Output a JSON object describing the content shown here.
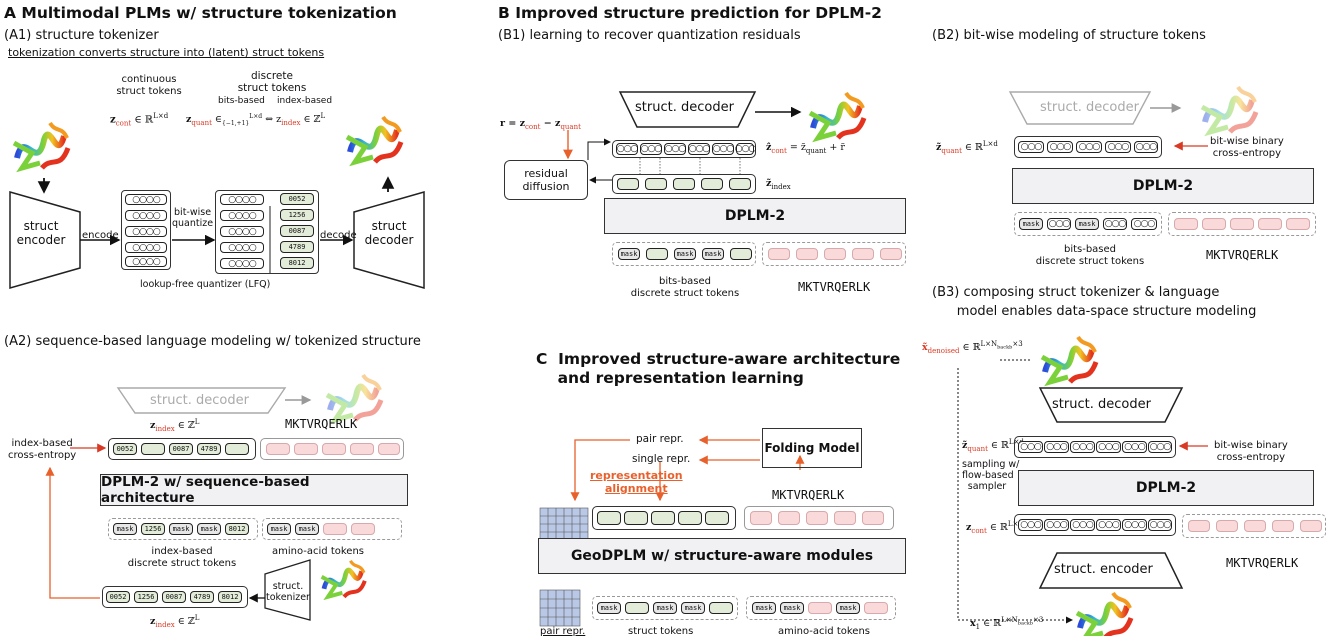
{
  "colors": {
    "accent_red": "#d93a25",
    "accent_orange": "#e8612c",
    "token_green": "#e3ecd9",
    "token_pink": "#f9d9da",
    "dplm_box": "#f1f1f4",
    "grid_blue": "#b9c8e6"
  },
  "secA": {
    "title": "A  Multimodal PLMs w/ structure tokenization",
    "a1_title": "(A1) structure tokenizer",
    "a1_subtitle": "tokenization converts structure into (latent) struct tokens",
    "continuous_label": "continuous\nstruct tokens",
    "discrete_label": "discrete\nstruct tokens",
    "bits_based": "bits-based",
    "index_based": "index-based",
    "encode": "encode",
    "bitwise_quantize": "bit-wise\nquantize",
    "decode": "decode",
    "encoder": "struct\nencoder",
    "decoder": "struct\ndecoder",
    "lfq": "lookup-free quantizer (LFQ)",
    "z_cont": "z",
    "z_cont_sub": "cont",
    "z_cont_space": "∈ ℝ",
    "z_cont_sup": "L×d",
    "z_quant_eq": "z",
    "z_quant_sub": "quant",
    "z_quant_rest": "∈",
    "z_quant_setsub": "{−1,+1}",
    "z_quant_setsup": "L×d",
    "z_quant_iff": "⇔ z",
    "z_index_sub": "index",
    "z_index_rest": "∈ ℤ",
    "z_index_sup": "L",
    "index_tokens": [
      "0052",
      "1256",
      "0087",
      "4789",
      "8012"
    ],
    "ring4": "○○○○",
    "a2_title": "(A2) sequence-based language modeling w/ tokenized structure",
    "struct_decoder": "struct. decoder",
    "sequence": "MKTVRQERLK",
    "index_ce": "index-based\ncross-entropy",
    "a2_top_tokens": [
      "0052",
      "",
      "0087",
      "4789",
      ""
    ],
    "a2_model": "DPLM-2 w/ sequence-based architecture",
    "a2_mid_tokens": [
      "mask",
      "1256",
      "mask",
      "mask",
      "8012"
    ],
    "a2_mid_aa": [
      "mask",
      "mask",
      "",
      ""
    ],
    "index_based_tokens": "index-based\ndiscrete struct tokens",
    "amino_tokens": "amino-acid tokens",
    "struct_tokenizer": "struct.\ntokenizer",
    "a2_bottom_tokens": [
      "0052",
      "1256",
      "0087",
      "4789",
      "8012"
    ]
  },
  "secB": {
    "title": "B  Improved structure prediction for DPLM-2",
    "b1_title": "(B1) learning to recover quantization residuals",
    "struct_decoder": "struct. decoder",
    "residual_eq": "r = z",
    "residual_eq2": "cont",
    "residual_eq3": " − z",
    "residual_eq4": "quant",
    "residual_diffusion": "residual\ndiffusion",
    "zhat_eq": "ẑ",
    "zhat_sub": "cont",
    "zhat_rest": " = z̃",
    "zhat_sub2": "quant",
    "zhat_rest2": " + r̃",
    "zhat_index": "z̃",
    "zhat_index_sub": "index",
    "model": "DPLM-2",
    "b1_tokens": [
      "mask",
      "",
      "mask",
      "mask",
      ""
    ],
    "bits_based_tokens": "bits-based\ndiscrete struct tokens",
    "sequence": "MKTVRQERLK",
    "ring3": "○○○",
    "b2_title": "(B2) bit-wise modeling of structure tokens",
    "bit_ce": "bit-wise binary\ncross-entropy",
    "zq": "z̃",
    "zq_sub": "quant",
    "zq_rest": "∈ ℝ",
    "zq_sup": "L×d",
    "b2_tokens": [
      "mask",
      "○○○",
      "mask",
      "○○○",
      "○○○"
    ],
    "b3_title": "(B3) composing struct tokenizer & language\n      model enables data-space structure modeling",
    "x_denoised": "x̃",
    "x_denoised_sub": "denoised",
    "x_denoised_rest": "∈ ℝ",
    "x_denoised_sup": "L×N",
    "x_denoised_sup2": "backb",
    "x_denoised_sup3": "×3",
    "sampling": "sampling w/\nflow-based\nsampler",
    "struct_encoder": "struct. encoder",
    "z_cont": "z",
    "z_cont_sub": "cont",
    "z_cont_rest": "∈ ℝ",
    "z_cont_sup": "L×d",
    "x1": "x",
    "x1_sub": "1",
    "x1_rest": "∈ ℝ",
    "x1_sup": "L×N",
    "x1_sup2": "backb",
    "x1_sup3": "×3"
  },
  "secC": {
    "title": "C  Improved structure-aware architecture\n    and representation learning",
    "pair_repr": "pair repr.",
    "single_repr": "single repr.",
    "folding_model": "Folding Model",
    "rep_align": "representation\nalignment",
    "sequence": "MKTVRQERLK",
    "model": "GeoDPLM w/ structure-aware modules",
    "c_tokens": [
      "mask",
      "",
      "mask",
      "mask",
      ""
    ],
    "c_aa": [
      "mask",
      "mask",
      "",
      "mask",
      ""
    ],
    "pair_repr_label": "pair repr.",
    "struct_tokens": "struct tokens",
    "amino_tokens": "amino-acid tokens"
  }
}
